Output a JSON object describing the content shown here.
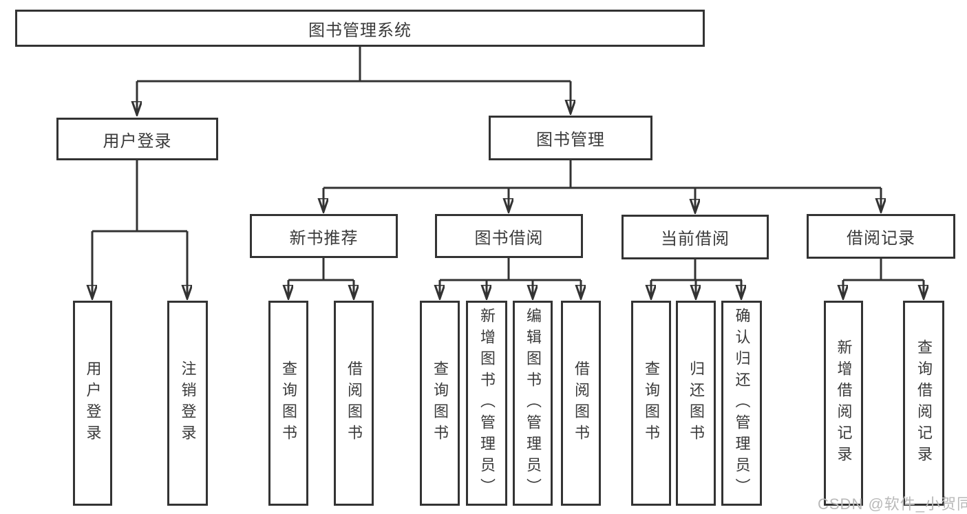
{
  "diagram": {
    "tree": {
      "label": "图书管理系统",
      "children": [
        {
          "label": "用户登录",
          "children": [
            {
              "label": "用户登录"
            },
            {
              "label": "注销登录"
            }
          ]
        },
        {
          "label": "图书管理",
          "children": [
            {
              "label": "新书推荐",
              "children": [
                {
                  "label": "查询图书"
                },
                {
                  "label": "借阅图书"
                }
              ]
            },
            {
              "label": "图书借阅",
              "children": [
                {
                  "label": "查询图书"
                },
                {
                  "label": "新增图书（管理员）"
                },
                {
                  "label": "编辑图书（管理员）"
                },
                {
                  "label": "借阅图书"
                }
              ]
            },
            {
              "label": "当前借阅",
              "children": [
                {
                  "label": "查询图书"
                },
                {
                  "label": "归还图书"
                },
                {
                  "label": "确认归还（管理员）"
                }
              ]
            },
            {
              "label": "借阅记录",
              "children": [
                {
                  "label": "新增借阅记录"
                },
                {
                  "label": "查询借阅记录"
                }
              ]
            }
          ]
        }
      ]
    }
  },
  "watermark": {
    "text": "CSDN @软件_小贺同学"
  },
  "colors": {
    "line": "#333333",
    "text": "#3a3a3a",
    "background": "#ffffff",
    "watermark": "#b9b9b9"
  }
}
